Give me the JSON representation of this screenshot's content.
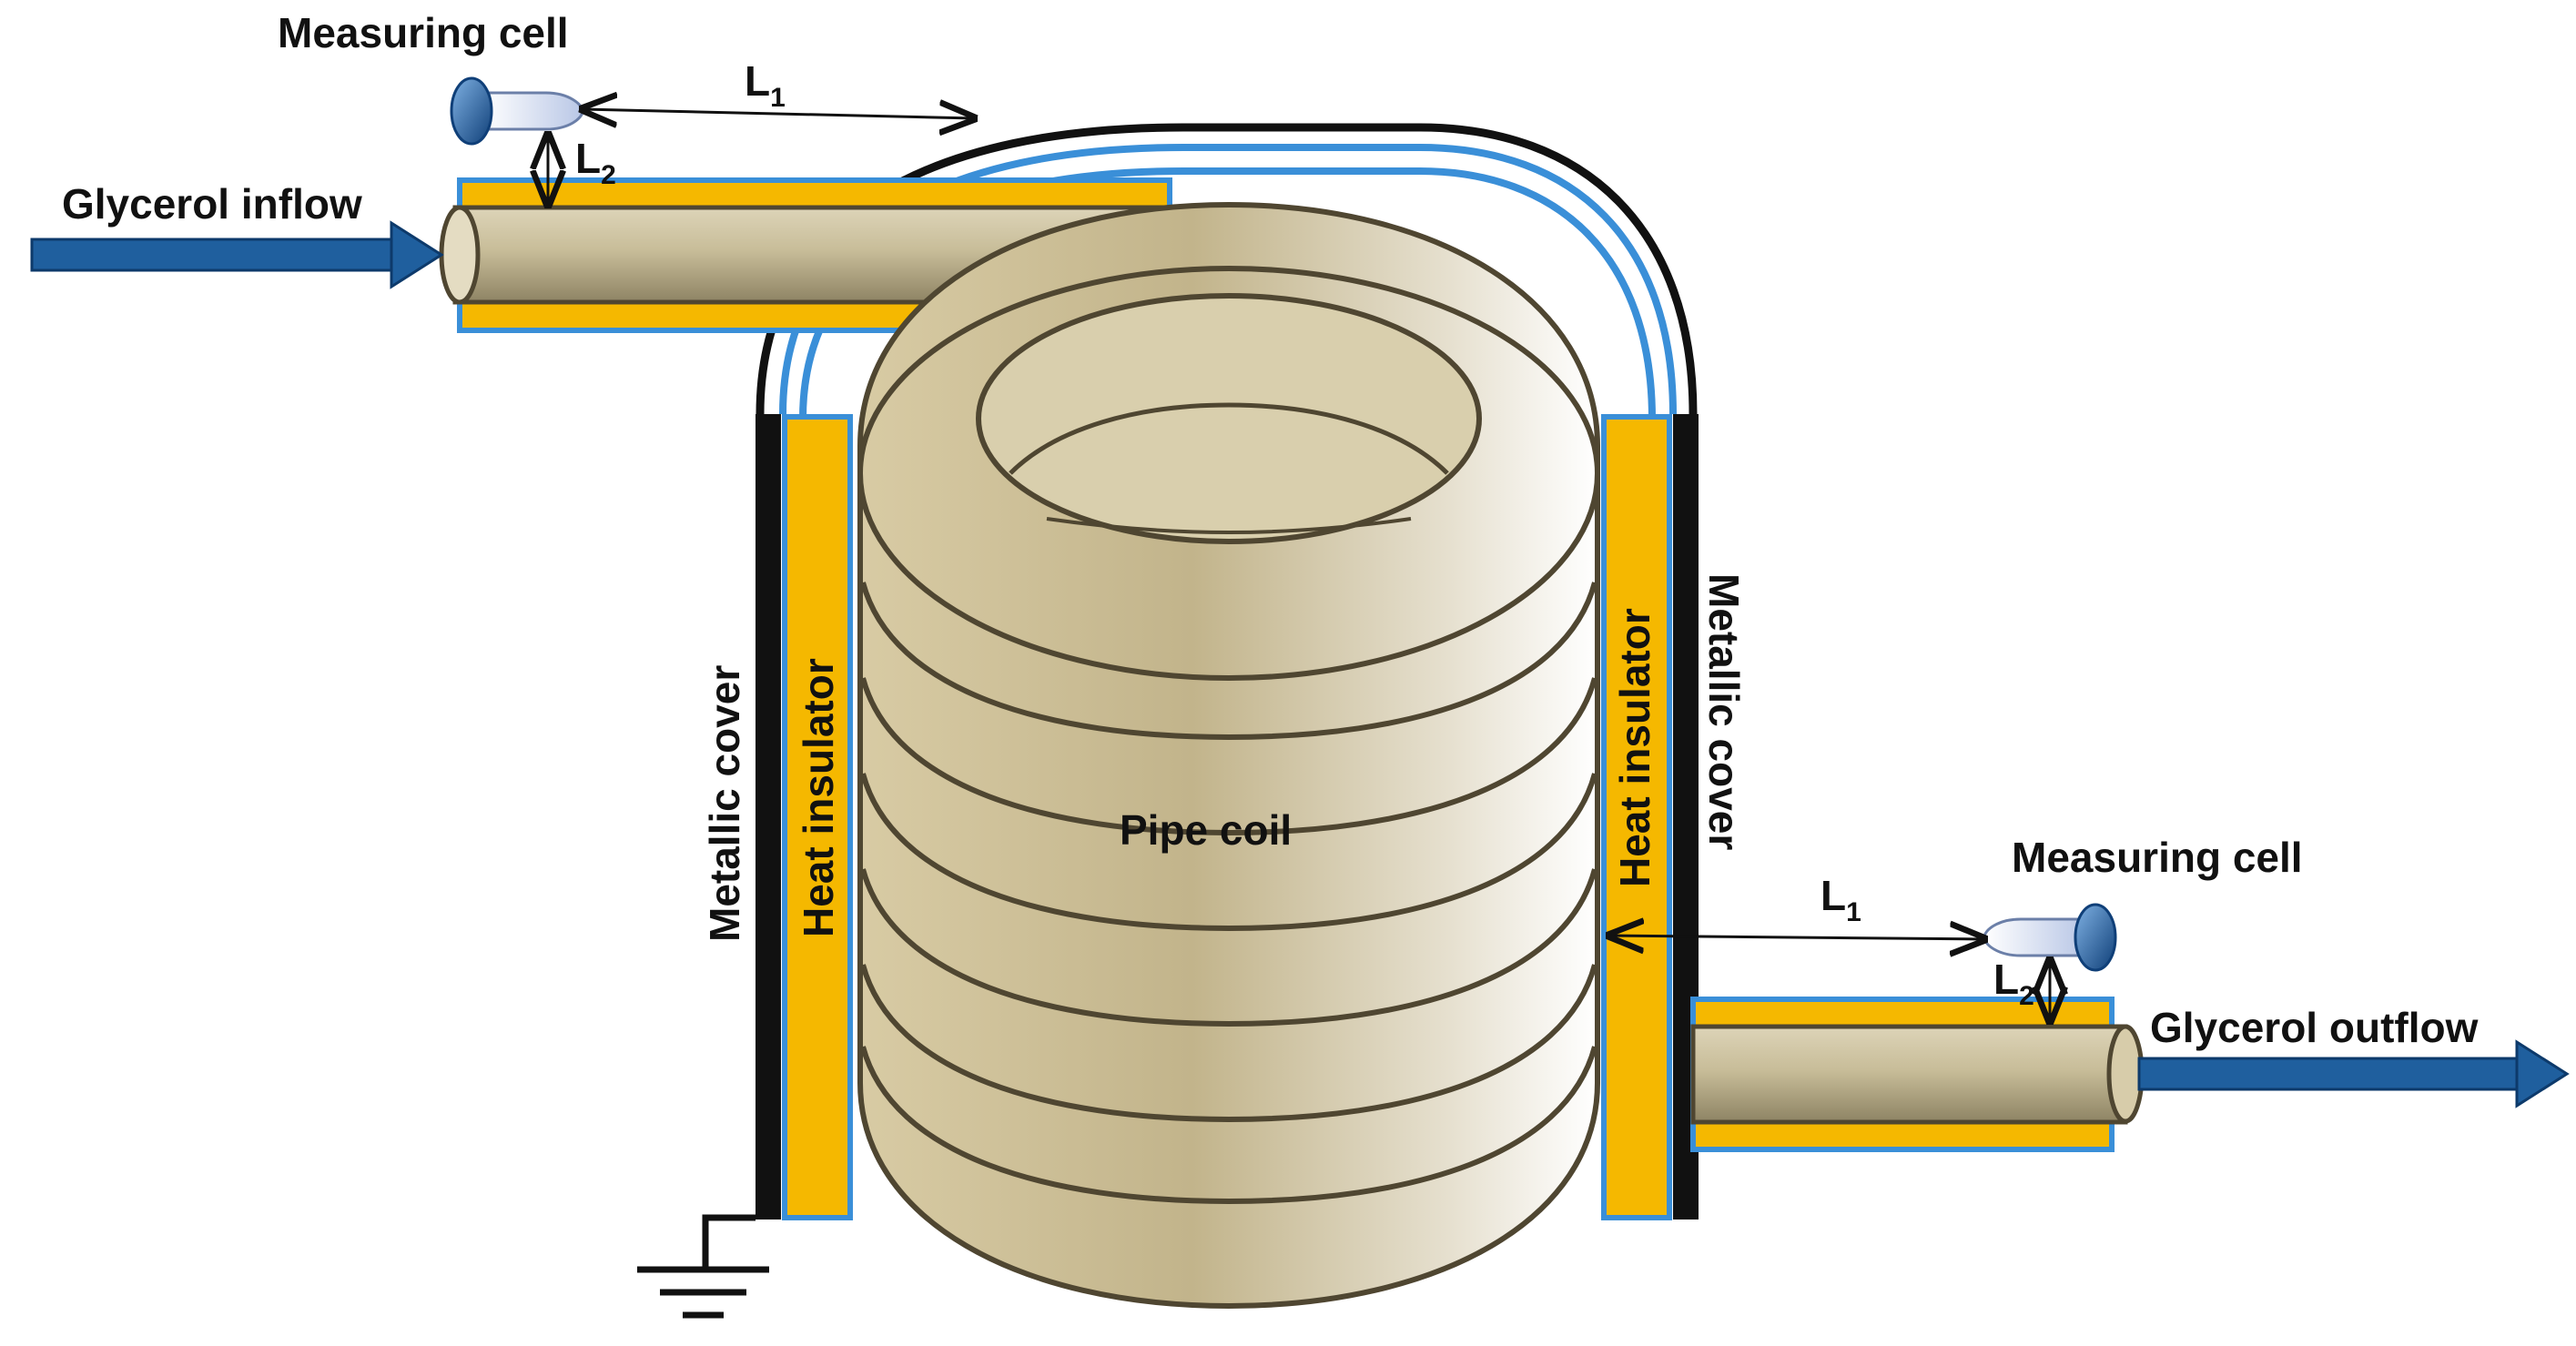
{
  "labels": {
    "measuring_cell_top": "Measuring cell",
    "measuring_cell_bottom": "Measuring cell",
    "glycerol_inflow": "Glycerol inflow",
    "glycerol_outflow": "Glycerol outflow",
    "metallic_cover_left": "Metallic cover",
    "metallic_cover_right": "Metallic cover",
    "heat_insulator_left": "Heat insulator",
    "heat_insulator_right": "Heat insulator",
    "pipe_coil": "Pipe coil",
    "l1_top": "L",
    "l1_top_sub": "1",
    "l2_top": "L",
    "l2_top_sub": "2",
    "l1_bottom": "L",
    "l1_bottom_sub": "1",
    "l2_bottom": "L",
    "l2_bottom_sub": "2"
  },
  "colors": {
    "insulator": "#f5b800",
    "insulator_edge": "#3a8fd8",
    "metallic_cover": "#111111",
    "pipe_light": "#ece6d4",
    "pipe_mid": "#c9bf9d",
    "pipe_dark": "#8c8262",
    "coil_left": "#d6c9a3",
    "coil_right": "#ffffff",
    "coil_stroke": "#4f4631",
    "arrow": "#1f5f9e"
  },
  "icons": {
    "ground": "ground-symbol-icon",
    "measuring_cell": "measuring-cell-icon",
    "flow_arrow": "arrow-right-icon"
  }
}
